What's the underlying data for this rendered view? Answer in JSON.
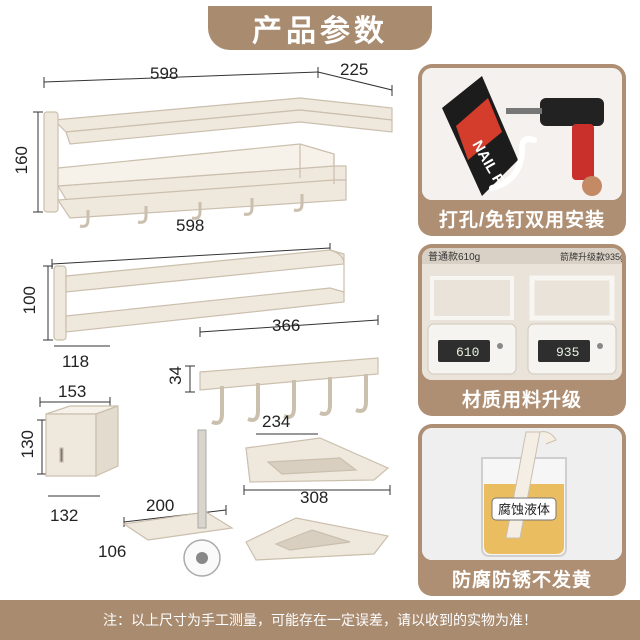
{
  "header": {
    "title": "产品参数"
  },
  "dimensions": {
    "towel_rack_width": "598",
    "towel_rack_depth": "225",
    "towel_rack_height": "160",
    "bar_width": "598",
    "bar_height": "100",
    "bar_depth": "118",
    "hook_width": "366",
    "hook_height": "34",
    "box_width": "153",
    "box_height": "130",
    "box_depth": "132",
    "brush_width": "200",
    "brush_depth": "106",
    "shelf_depth": "234",
    "shelf_width": "308"
  },
  "features": [
    {
      "caption": "打孔/免钉双用安装",
      "image_text": "NAIL F",
      "icon": "drill-glue-icon"
    },
    {
      "caption": "材质用料升级",
      "left_label": "普通款610g",
      "right_label": "箭牌升级款935g",
      "left_reading": "610",
      "right_reading": "935",
      "icon": "scale-compare-icon"
    },
    {
      "caption": "防腐防锈不发黄",
      "image_text": "腐蚀液体",
      "icon": "corrosion-beaker-icon"
    }
  ],
  "footer": {
    "note": "注：以上尺寸为手工测量，可能存在一定误差，请以收到的实物为准！"
  },
  "colors": {
    "accent": "#a98b70",
    "product": "#efe8dc",
    "product_edge": "#cbbfae"
  }
}
